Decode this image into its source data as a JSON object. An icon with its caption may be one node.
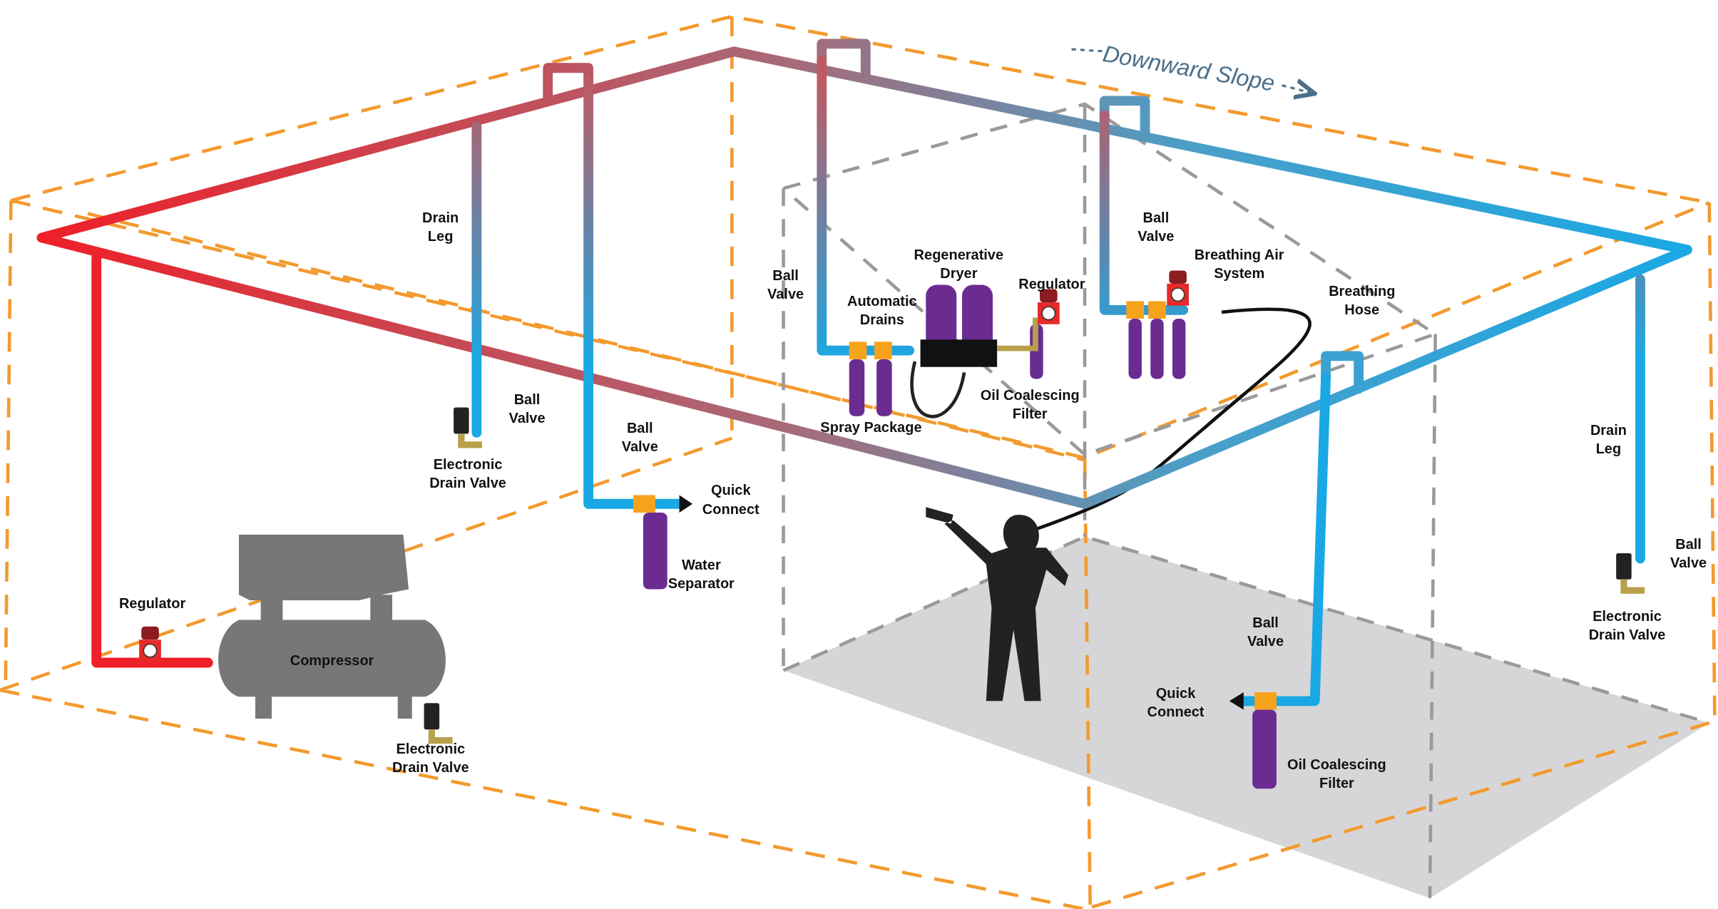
{
  "diagram": {
    "nodes": [
      {
        "text": [
          "Compressor"
        ]
      },
      {
        "text": [],
        "shape": "person"
      }
    ],
    "labels": [
      "Downward Slope",
      "Drain Leg",
      "Ball Valve",
      "Regenerative Dryer",
      "Ball Valve",
      "Breathing Air System",
      "Regulator",
      "Automatic Drains",
      "Breathing Hose",
      "Ball Valve",
      "Oil Coalescing Filter",
      "Electronic Drain Valve",
      "Spray Package",
      "Ball Valve",
      "Drain Leg",
      "Quick Connect",
      "Ball Valve",
      "Water Separator",
      "Regulator",
      "Ball Valve",
      "Electronic Drain Valve",
      "Quick Connect",
      "Electronic Drain Valve",
      "Oil Coalescing Filter"
    ]
  }
}
